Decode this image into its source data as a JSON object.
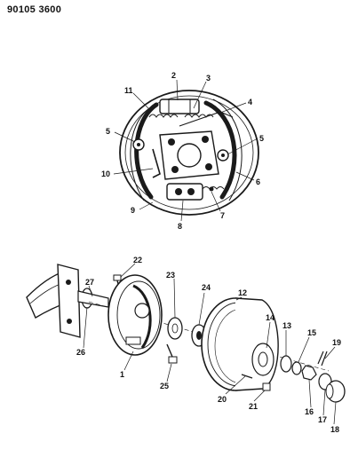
{
  "header": {
    "catalog_code": "90105 3600"
  },
  "callouts": {
    "c1": "1",
    "c2": "2",
    "c3": "3",
    "c4": "4",
    "c5a": "5",
    "c5b": "5",
    "c6": "6",
    "c7": "7",
    "c8": "8",
    "c9": "9",
    "c10": "10",
    "c11": "11",
    "c12": "12",
    "c13": "13",
    "c14": "14",
    "c15": "15",
    "c16": "16",
    "c17": "17",
    "c18": "18",
    "c19": "19",
    "c20": "20",
    "c21": "21",
    "c22": "22",
    "c23": "23",
    "c24": "24",
    "c25": "25",
    "c26": "26",
    "c27": "27"
  },
  "colors": {
    "ink": "#1a1a1a",
    "paper": "#ffffff"
  }
}
